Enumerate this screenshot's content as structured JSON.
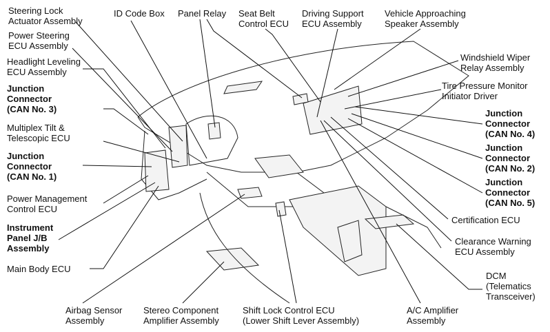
{
  "labels": {
    "steering_lock": "Steering Lock\nActuator Assembly",
    "power_steering": "Power Steering\nECU Assembly",
    "headlight_leveling": "Headlight Leveling\nECU Assembly",
    "jc_can3": "Junction\nConnector\n(CAN No. 3)",
    "multiplex_tilt": "Multiplex Tilt &\nTelescopic ECU",
    "jc_can1": "Junction\nConnector\n(CAN No. 1)",
    "power_management": "Power Management\nControl ECU",
    "instrument_panel_jb": "Instrument\nPanel J/B\nAssembly",
    "main_body": "Main Body ECU",
    "id_code_box": "ID Code Box",
    "panel_relay": "Panel Relay",
    "seat_belt": "Seat Belt\nControl ECU",
    "driving_support": "Driving Support\nECU Assembly",
    "vehicle_approaching": "Vehicle Approaching\nSpeaker Assembly",
    "windshield_wiper": "Windshield Wiper\nRelay Assembly",
    "tire_pressure": "Tire Pressure Monitor\nInitiator Driver",
    "jc_can4": "Junction\nConnector\n(CAN No. 4)",
    "jc_can2": "Junction\nConnector\n(CAN No. 2)",
    "jc_can5": "Junction\nConnector\n(CAN No. 5)",
    "certification": "Certification ECU",
    "clearance_warning": "Clearance Warning\nECU Assembly",
    "dcm": "DCM\n(Telematics\nTransceiver)",
    "airbag_sensor": "Airbag Sensor\nAssembly",
    "stereo_amp": "Stereo Component\nAmplifier Assembly",
    "shift_lock": "Shift Lock Control ECU\n(Lower Shift Lever Assembly)",
    "ac_amplifier": "A/C Amplifier\nAssembly"
  }
}
